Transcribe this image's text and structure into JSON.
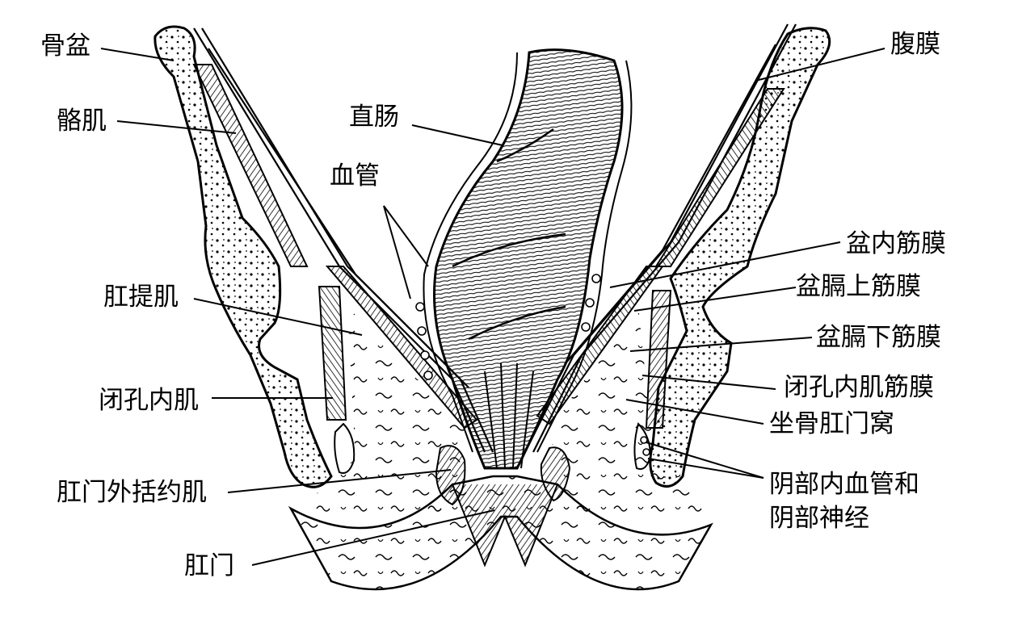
{
  "labels": {
    "pelvis_bone": "骨盆",
    "skeletal_muscle": "骼肌",
    "rectum": "直肠",
    "blood_vessels": "血管",
    "levator_ani": "肛提肌",
    "obturator_internus": "闭孔内肌",
    "external_anal_sphincter": "肛门外括约肌",
    "anus": "肛门",
    "peritoneum": "腹膜",
    "endopelvic_fascia": "盆内筋膜",
    "superior_pelvic_diaphragm_fascia": "盆膈上筋膜",
    "inferior_pelvic_diaphragm_fascia": "盆膈下筋膜",
    "obturator_internus_fascia": "闭孔内肌筋膜",
    "ischioanal_fossa": "坐骨肛门窝",
    "pudendal_vessels_line1": "阴部内血管和",
    "pudendal_vessels_line2": "阴部神经"
  }
}
